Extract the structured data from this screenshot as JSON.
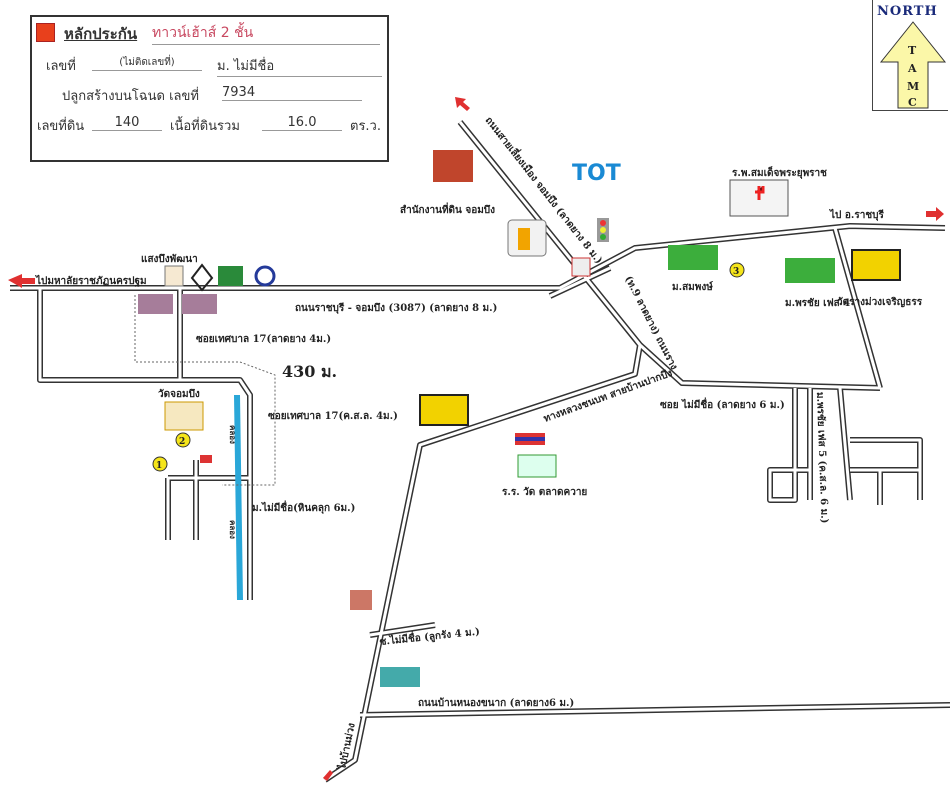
{
  "legend": {
    "title": "หลักประกัน",
    "subtitle": "ทาวน์เฮ้าส์ 2 ชั้น",
    "no_label": "เลขที่",
    "no_value": "(ไม่ติดเลขที่)",
    "village": "ม. ไม่มีชื่อ",
    "deed_label": "ปลูกสร้างบนโฉนด เลขที่",
    "deed_value": "7934",
    "land_no_label": "เลขที่ดิน",
    "land_no_value": "140",
    "area_label": "เนื้อที่ดินรวม",
    "area_value": "16.0",
    "area_unit": "ตร.ว.",
    "marker_color": "#e8401c"
  },
  "north": {
    "label": "NORTH",
    "letters": [
      "T",
      "A",
      "M",
      "C"
    ]
  },
  "roads": {
    "main": "ถนนราชบุรี - จอมบึง (3087) (ลาดยาง 8 ม.)",
    "bypass": "ถนนสายเลี่ยงเมือง จอมบึง (ลาดยาง 8 ม.)",
    "diag": "(ท.9 ลาดยาง) ถนนราง",
    "rural": "ทางหลวงชนบท สายบ้านปากบึง",
    "soi_unnamed": "ซอย ไม่มีชื่อ (ลาดยาง 6 ม.)",
    "phornchai5": "ม.พรชัย เฟส 5 (ค.ส.ล. 6 ม.)",
    "soi17a": "ซอยเทศบาล 17(ลาดยาง 4ม.)",
    "soi17b": "ซอยเทศบาล 17(ค.ส.ล. 4ม.)",
    "village_road": "ม.ไม่มีชื่อ(หินคลุก 6ม.)",
    "soi_laterite": "ซ.ไม่มีชื่อ (ลูกรัง 4 ม.)",
    "nongkhanak": "ถนนบ้านหนองขนาก (ลาดยาง6 ม.)",
    "to_west": "ไปมหาลัยราชภัฏนครปฐม",
    "to_east": "ไป อ.ราชบุรี",
    "to_south": "ไปบ้านม่วง",
    "canal": "คลอง"
  },
  "places": {
    "land_office": "สำนักงานที่ดิน จอมบึง",
    "tot": "TOT",
    "hospital": "ร.พ.สมเด็จพระยุพราช",
    "sompong": "ม.สมพงษ์",
    "phornchai4": "ม.พรชัย เฟส 4",
    "wat_rang": "วัดรางม่วงเจริญธรร",
    "saengbueng": "แสงบึงพัฒนา",
    "wat_chom": "วัดจอมบึง",
    "school": "ร.ร. วัด ตลาดควาย"
  },
  "distance": "430 ม.",
  "markers": [
    "1",
    "2",
    "3"
  ]
}
